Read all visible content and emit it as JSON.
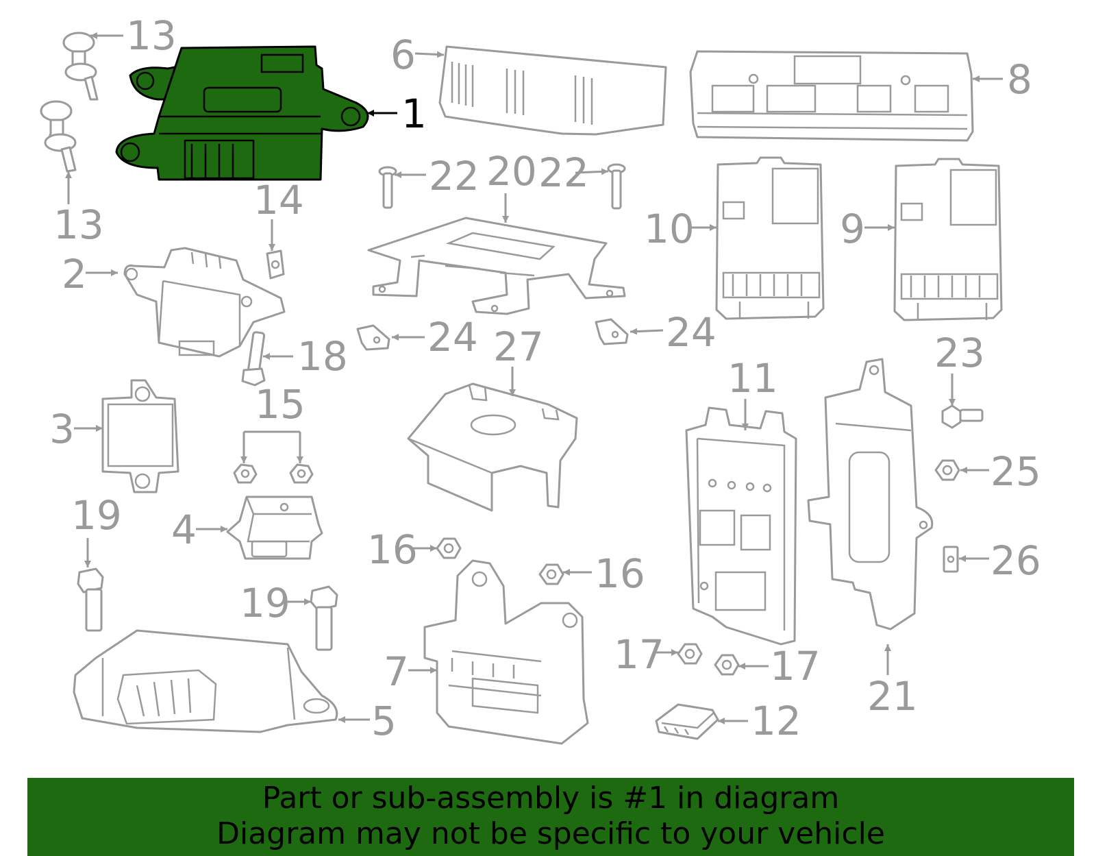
{
  "diagram": {
    "highlight_color": "#1e6a10",
    "line_color": "#9a9a9a",
    "highlighted_part": "1",
    "callouts": [
      {
        "id": "c1",
        "text": "1"
      },
      {
        "id": "c2",
        "text": "2"
      },
      {
        "id": "c3",
        "text": "3"
      },
      {
        "id": "c4",
        "text": "4"
      },
      {
        "id": "c5",
        "text": "5"
      },
      {
        "id": "c6",
        "text": "6"
      },
      {
        "id": "c7",
        "text": "7"
      },
      {
        "id": "c8",
        "text": "8"
      },
      {
        "id": "c9",
        "text": "9"
      },
      {
        "id": "c10",
        "text": "10"
      },
      {
        "id": "c11",
        "text": "11"
      },
      {
        "id": "c12",
        "text": "12"
      },
      {
        "id": "c13a",
        "text": "13"
      },
      {
        "id": "c13b",
        "text": "13"
      },
      {
        "id": "c14",
        "text": "14"
      },
      {
        "id": "c15",
        "text": "15"
      },
      {
        "id": "c16a",
        "text": "16"
      },
      {
        "id": "c16b",
        "text": "16"
      },
      {
        "id": "c17a",
        "text": "17"
      },
      {
        "id": "c17b",
        "text": "17"
      },
      {
        "id": "c18",
        "text": "18"
      },
      {
        "id": "c19a",
        "text": "19"
      },
      {
        "id": "c19b",
        "text": "19"
      },
      {
        "id": "c20",
        "text": "20"
      },
      {
        "id": "c21",
        "text": "21"
      },
      {
        "id": "c22a",
        "text": "22"
      },
      {
        "id": "c22b",
        "text": "22"
      },
      {
        "id": "c23",
        "text": "23"
      },
      {
        "id": "c24a",
        "text": "24"
      },
      {
        "id": "c24b",
        "text": "24"
      },
      {
        "id": "c25",
        "text": "25"
      },
      {
        "id": "c26",
        "text": "26"
      },
      {
        "id": "c27",
        "text": "27"
      }
    ]
  },
  "banner": {
    "line1": "Part or sub-assembly is #1 in diagram",
    "line2": "Diagram may not be specific to your vehicle"
  }
}
